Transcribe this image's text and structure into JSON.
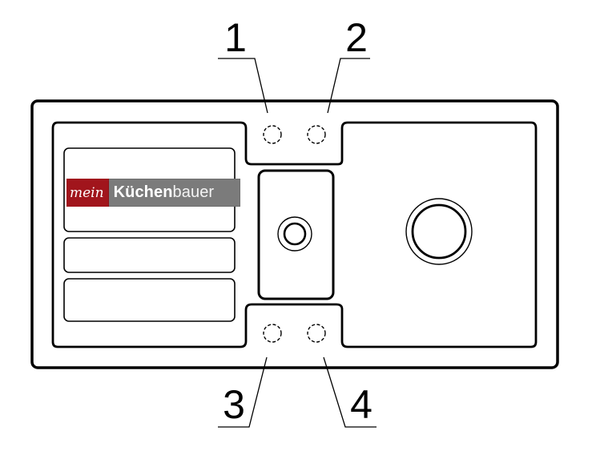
{
  "callouts": [
    "1",
    "2",
    "3",
    "4"
  ],
  "logo": {
    "part1": "mein",
    "part2": "Küchen",
    "part3": "bauer",
    "colors": {
      "badge": "#a1151c",
      "background": "#7b7b7b",
      "text": "#ffffff"
    }
  },
  "drawing": {
    "stroke_color": "#000000",
    "background": "#ffffff"
  }
}
